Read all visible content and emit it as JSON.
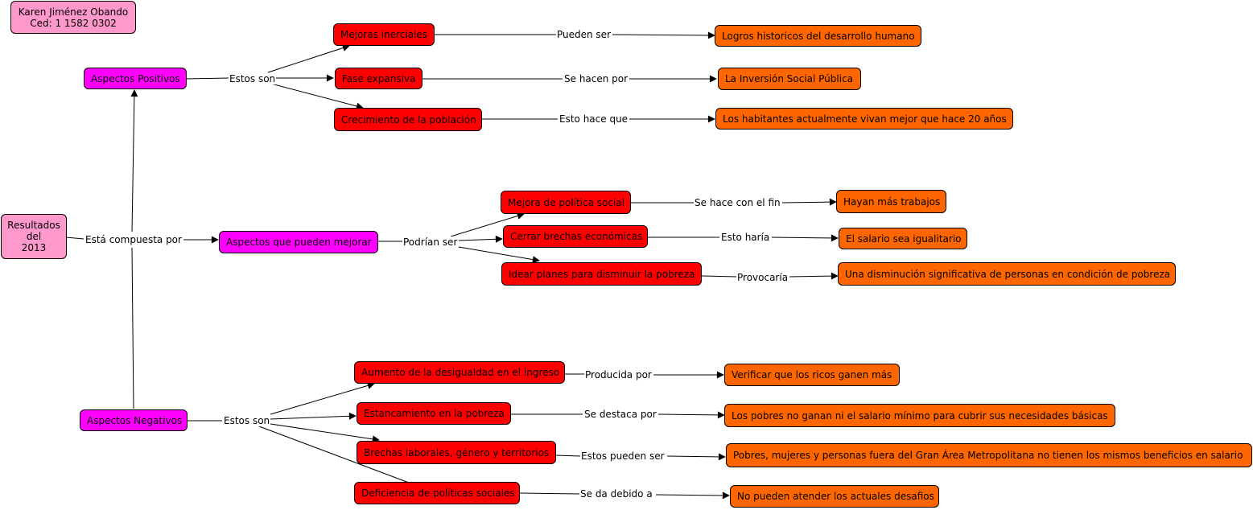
{
  "colors": {
    "author_box": "#ff99cc",
    "root": "#ff99cc",
    "category": "#ff00ff",
    "concept": "#ff0000",
    "result": "#ff6600",
    "line": "#000000"
  },
  "author": {
    "name": "Karen Jiménez Obando",
    "id": "Ced: 1 1582 0302"
  },
  "root": {
    "line1": "Resultados",
    "line2": "del",
    "line3": "2013"
  },
  "links": {
    "compuesta": "Está compuesta por",
    "estos_son_pos": "Estos son",
    "podrian_ser": "Podrían ser",
    "estos_son_neg": "Estos son",
    "pueden_ser": "Pueden ser",
    "se_hacen_por": "Se hacen por",
    "esto_hace_que": "Esto hace que",
    "se_hace_con": "Se hace con el fin",
    "esto_haria": "Esto haría",
    "provocaria": "Provocaría",
    "producida_por": "Producida por",
    "se_destaca_por": "Se destaca por",
    "estos_pueden_ser": "Estos pueden ser",
    "se_da_debido": "Se da debido a"
  },
  "categories": {
    "positivos": "Aspectos Positivos",
    "mejorar": "Aspectos que pueden mejorar",
    "negativos": "Aspectos Negativos"
  },
  "concepts": {
    "mejoras_inerciales": "Mejoras inerciales",
    "fase_expansiva": "Fase expansiva",
    "crecimiento": "Crecimiento de la población",
    "mejora_politica": "Mejora de política social",
    "cerrar_brechas": "Cerrar brechas económicas",
    "idear_planes": "Idear planes para disminuir la pobreza",
    "aumento_desigualdad": "Aumento de la desigualdad en el ingreso",
    "estancamiento": "Estancamiento en la pobreza",
    "brechas_laborales": "Brechas laborales, género y territorios",
    "deficiencia": "Deficiencia de políticas sociales"
  },
  "results": {
    "logros": "Logros historicos del desarrollo humano",
    "inversion": "La Inversión Social Pública",
    "habitantes": "Los habitantes actualmente vivan mejor que hace 20 años",
    "trabajos": "Hayan más trabajos",
    "salario": "El salario sea igualitario",
    "disminucion": "Una disminución significativa de personas en condición de pobreza",
    "ricos": "Verificar que los ricos ganen más",
    "pobres": "Los pobres no ganan ni el salario mínimo para cubrir sus necesidades básicas",
    "mujeres": "Pobres, mujeres y personas fuera del Gran Área Metropolitana no tienen los mismos beneficios en salario",
    "desafios": "No pueden atender los actuales desafios"
  }
}
